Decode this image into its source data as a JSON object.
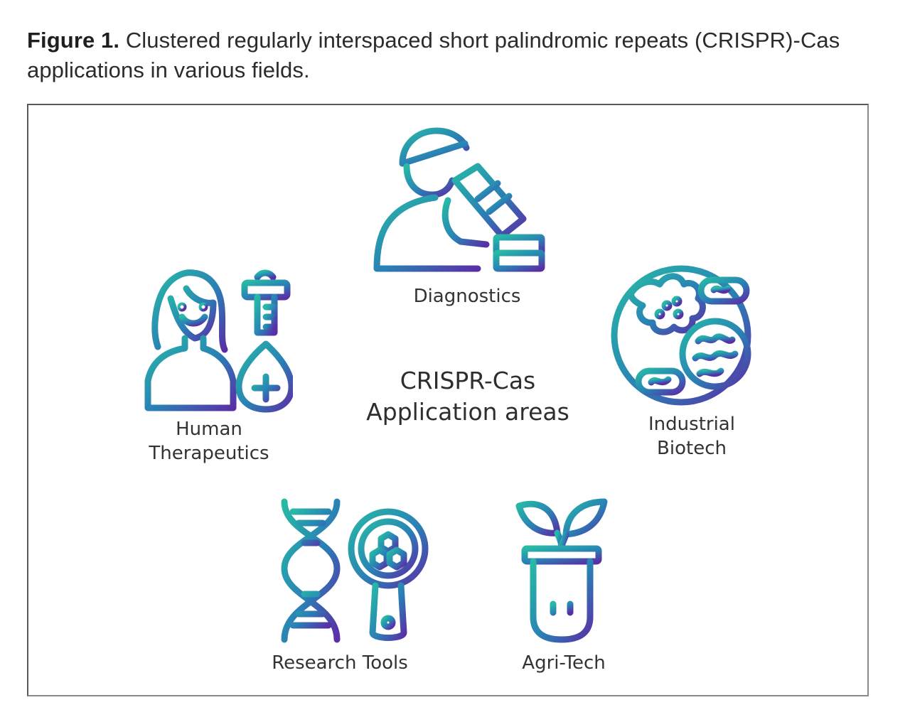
{
  "caption": {
    "figure_label": "Figure 1.",
    "text": "Clustered regularly interspaced short palindromic repeats (CRISPR)-Cas applications in various fields."
  },
  "diagram": {
    "center": {
      "line1": "CRISPR-Cas",
      "line2": "Application areas"
    },
    "areas": [
      {
        "label_lines": [
          "Diagnostics"
        ],
        "icon": "scientist-microscope-icon"
      },
      {
        "label_lines": [
          "Industrial",
          "Biotech"
        ],
        "icon": "microbe-circle-icon"
      },
      {
        "label_lines": [
          "Agri-Tech"
        ],
        "icon": "plant-test-tube-icon"
      },
      {
        "label_lines": [
          "Research Tools"
        ],
        "icon": "dna-magnifier-icon"
      },
      {
        "label_lines": [
          "Human",
          "Therapeutics"
        ],
        "icon": "woman-dropper-icon"
      }
    ],
    "gradient": {
      "start": "#27b9a6",
      "end": "#5a2fa6"
    }
  }
}
